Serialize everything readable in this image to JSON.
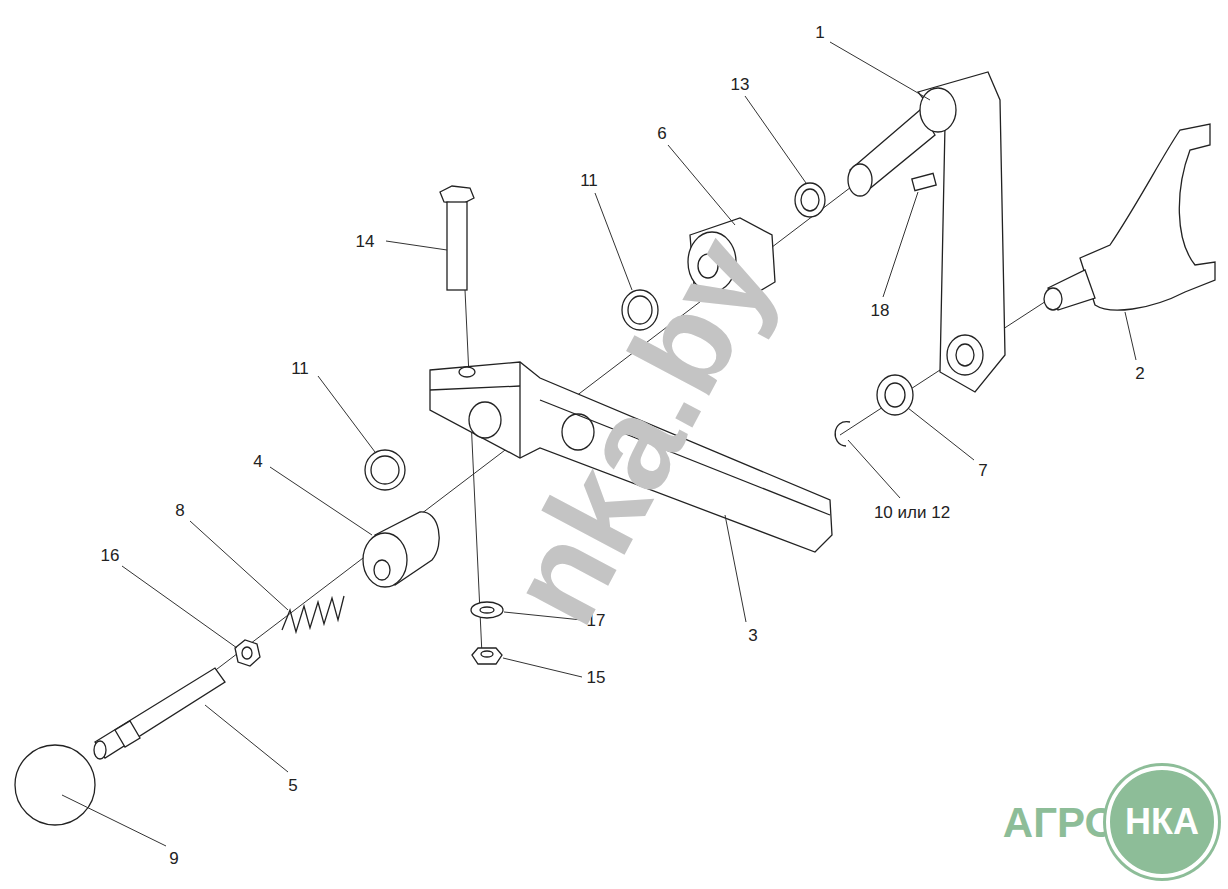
{
  "diagram": {
    "nodes": [
      {
        "text": [
          "НКА"
        ]
      }
    ],
    "labels": [
      "1",
      "13",
      "6",
      "11",
      "14",
      "18",
      "11",
      "2",
      "4",
      "7",
      "8",
      "10 или 12",
      "16",
      "17",
      "3",
      "15",
      "5",
      "9",
      "nka.by",
      "АГРО"
    ]
  }
}
